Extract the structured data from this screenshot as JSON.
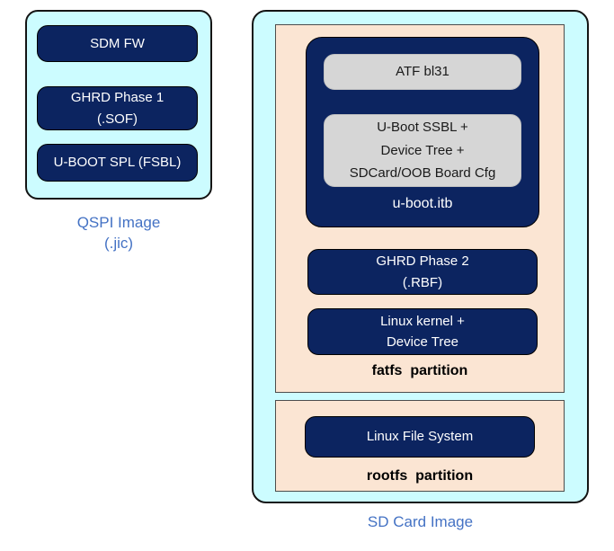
{
  "colors": {
    "container_fill": "#CCFCFF",
    "container_border": "#141414",
    "block_fill": "#0C2460",
    "block_text": "#FFFFFF",
    "partition_fill": "#FBE5D3",
    "inner_block_fill": "#D6D6D6",
    "inner_block_text": "#1A1A1A",
    "caption_blue": "#4472C4",
    "partition_caption_text": "#000000"
  },
  "qspi_image": {
    "blocks": {
      "sdm_fw": "SDM FW",
      "ghrd_phase1": "GHRD Phase 1\n(.SOF)",
      "uboot_spl": "U-BOOT SPL (FSBL)"
    },
    "caption": "QSPI Image\n(.jic)"
  },
  "sd_card_image": {
    "fatfs_partition": {
      "uboot_itb": {
        "atf": "ATF bl31",
        "ssbl": "U-Boot SSBL +\nDevice Tree +\nSDCard/OOB Board Cfg",
        "caption": "u-boot.itb"
      },
      "ghrd_phase2": "GHRD Phase 2\n(.RBF)",
      "linux_kernel": "Linux kernel +\nDevice Tree",
      "caption": "fatfs  partition"
    },
    "rootfs_partition": {
      "linux_file_system": "Linux File System",
      "caption": "rootfs  partition"
    },
    "caption": "SD Card Image"
  }
}
